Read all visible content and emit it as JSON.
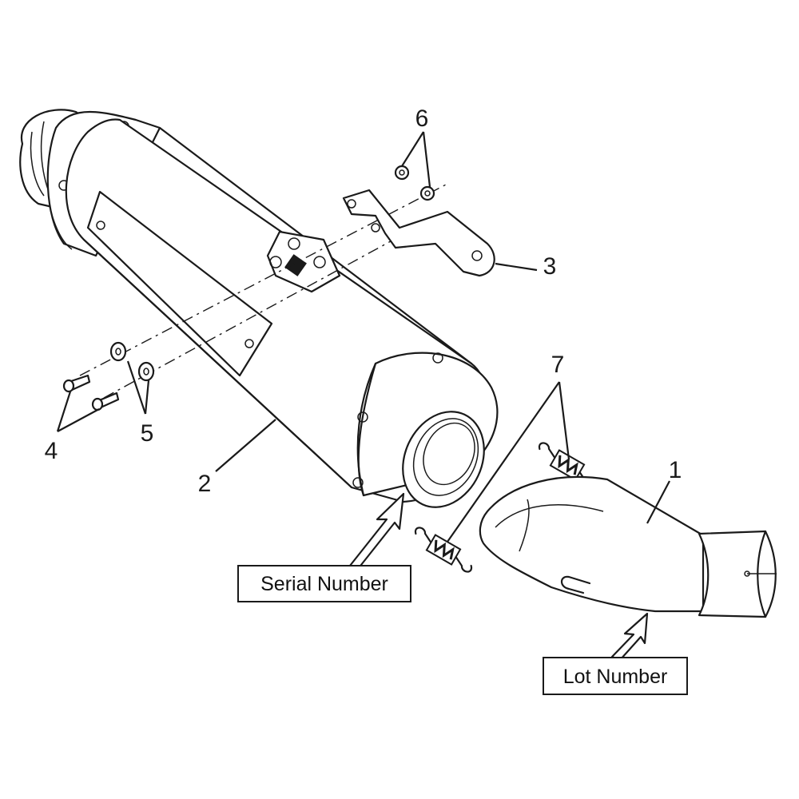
{
  "callouts": {
    "c1": "1",
    "c2": "2",
    "c3": "3",
    "c4": "4",
    "c5": "5",
    "c6": "6",
    "c7": "7"
  },
  "boxes": {
    "serial_number": "Serial Number",
    "lot_number": "Lot Number"
  }
}
